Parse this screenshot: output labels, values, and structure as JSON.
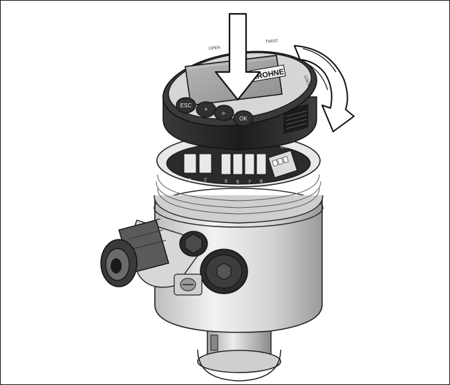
{
  "display_module": {
    "brand": "KROHNE",
    "rim_open": "OPEN",
    "rim_twist": "TWIST",
    "rim_lock": "LOCK",
    "keys": [
      {
        "label": "ESC"
      },
      {
        "label": "+"
      },
      {
        "label": "▹"
      },
      {
        "label": "OK"
      }
    ]
  },
  "terminal_block": {
    "numbers": [
      "1",
      "2",
      "5",
      "6",
      "7",
      "8"
    ],
    "switch_label": "ON"
  },
  "colors": {
    "body": "#dcdcdc",
    "dark_ring": "#2a2a2a",
    "arrow_fill": "#ffffff",
    "arrow_stroke": "#111111"
  },
  "icons": {
    "down_arrow": "insert-down-arrow-icon",
    "rotate_arrow": "rotate-clockwise-arrow-icon"
  }
}
